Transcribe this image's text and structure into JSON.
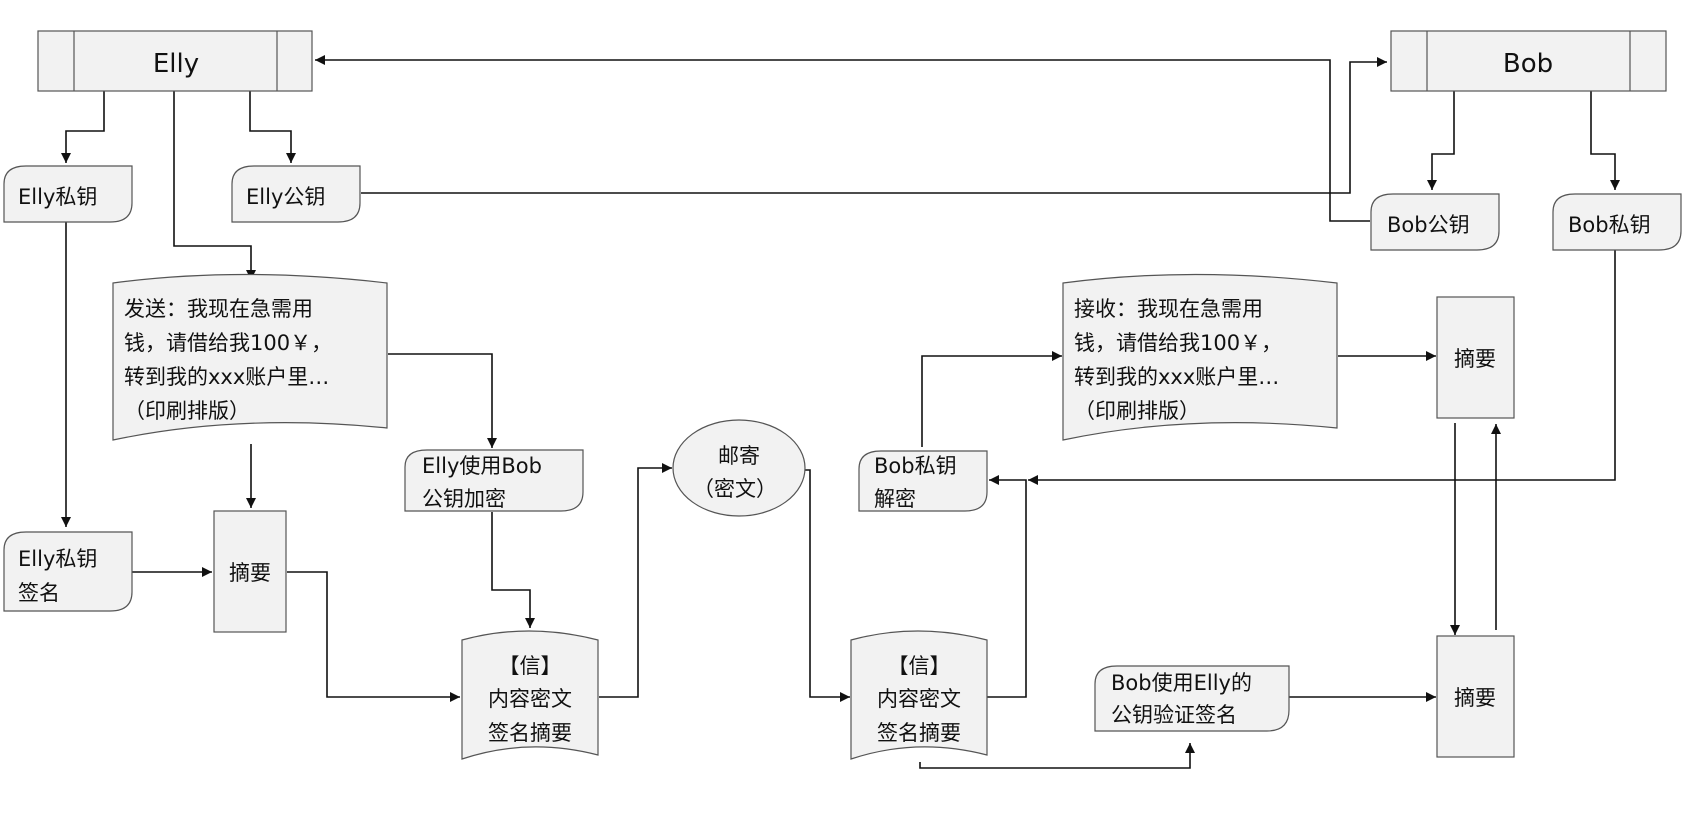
{
  "actors": {
    "elly": "Elly",
    "bob": "Bob"
  },
  "keys": {
    "elly_private": "Elly私钥",
    "elly_public": "Elly公钥",
    "bob_public": "Bob公钥",
    "bob_private": "Bob私钥"
  },
  "send_doc": {
    "lines": [
      "发送：我现在急需用",
      "钱，请借给我100￥，",
      "转到我的xxx账户里…",
      "（印刷排版）"
    ]
  },
  "receive_doc": {
    "lines": [
      "接收：我现在急需用",
      "钱，请借给我100￥，",
      "转到我的xxx账户里…",
      "（印刷排版）"
    ]
  },
  "steps": {
    "elly_encrypt": [
      "Elly使用Bob",
      "公钥加密"
    ],
    "elly_sign": [
      "Elly私钥",
      "签名"
    ],
    "mail": [
      "邮寄",
      "（密文）"
    ],
    "bob_decrypt": [
      "Bob私钥",
      "解密"
    ],
    "bob_verify": [
      "Bob使用Elly的",
      "公钥验证签名"
    ],
    "digest": "摘要"
  },
  "letter": {
    "lines": [
      "【信】",
      "内容密文",
      "签名摘要"
    ]
  },
  "colors": {
    "shape_fill": "#f2f2f2",
    "stroke": "#555555",
    "edge": "#111111"
  }
}
